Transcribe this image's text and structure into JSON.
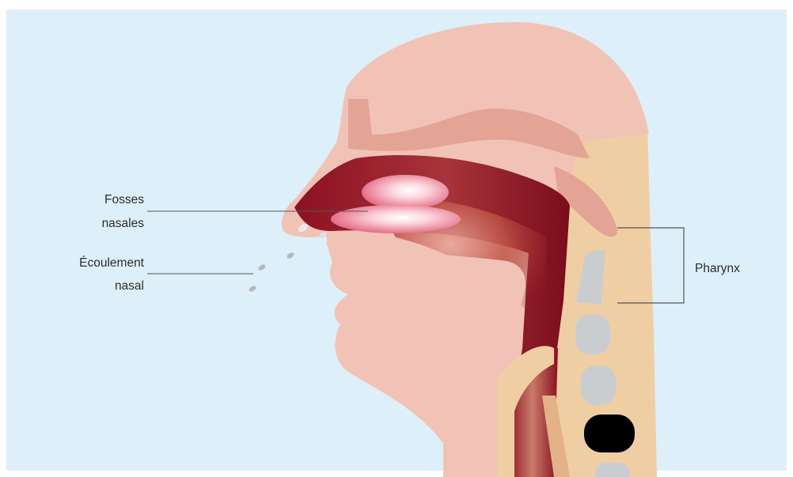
{
  "labels": {
    "fosses_line1": "Fosses",
    "fosses_line2": "nasales",
    "ecoulement_line1": "Écoulement",
    "ecoulement_line2": "nasal",
    "pharynx": "Pharynx"
  },
  "colors": {
    "background": "#ddeff9",
    "skin": "#f1c3b6",
    "skin_dark": "#e3a495",
    "neck_tissue": "#f0cea3",
    "vertebra": "#c9cdd0",
    "vertebra_dark": "#000000",
    "airway_dark": "#8a1020",
    "airway_mid": "#b33a3a",
    "turbinate": "#e46a84",
    "label_line": "#555555"
  }
}
